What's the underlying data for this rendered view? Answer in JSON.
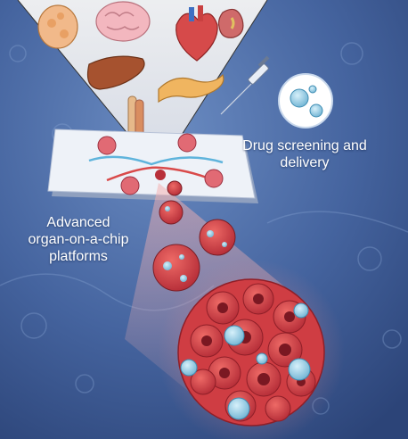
{
  "labels": {
    "organ_on_chip": [
      "Advanced",
      "organ-on-a-chip",
      "platforms"
    ],
    "drug": [
      "Drug screening and",
      "delivery"
    ]
  },
  "organs": [
    "breast",
    "brain",
    "heart",
    "kidney",
    "liver",
    "pancreas",
    "bone"
  ],
  "colors": {
    "background_dark": "#2c4478",
    "background_light": "#5d7fb8",
    "tumor_red": "#d9464a",
    "tumor_dark": "#8f1f28",
    "particle_blue": "#9fd3e8",
    "chip_glass": "#e9eef6",
    "caption_text": "#ffffff"
  }
}
